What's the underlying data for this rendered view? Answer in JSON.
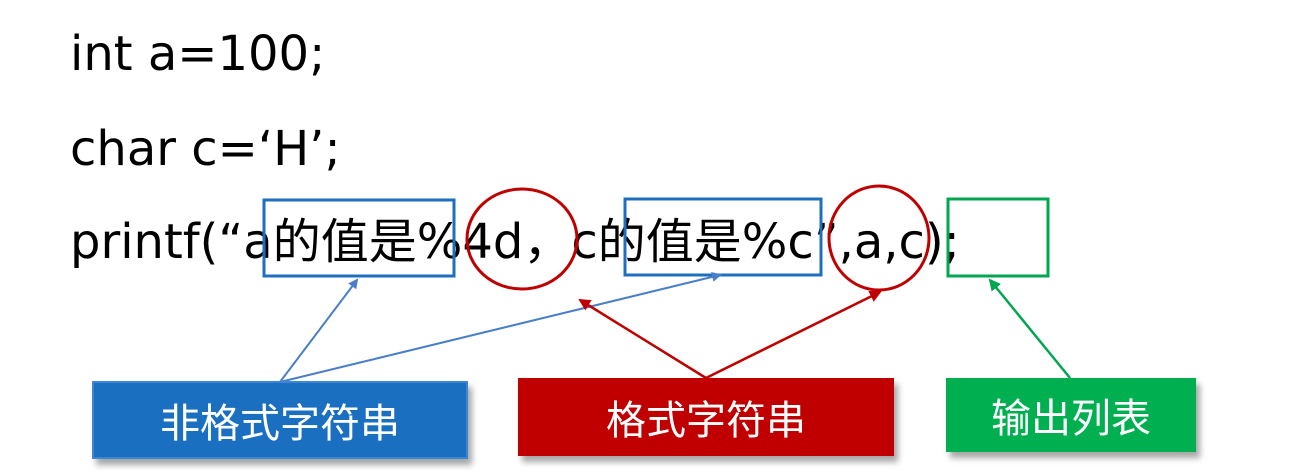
{
  "code": {
    "line1": "int a=100;",
    "line2": "char c=‘H’;",
    "line3": {
      "prefix": "printf(“",
      "nonformat1": "a的值是",
      "spec1": "%4d",
      "sep": "，",
      "nonformat2": "c的值是",
      "spec2": "%c",
      "close_quote": "”",
      "args": ",a,c",
      "suffix": ");"
    }
  },
  "labels": {
    "non_format": "非格式字符串",
    "format": "格式字符串",
    "output_list": "输出列表"
  },
  "colors": {
    "blue": "#1f6fbf",
    "red": "#c00000",
    "green": "#00a650",
    "blue_box_fill": "#1a6fc0",
    "red_box_fill": "#c00000",
    "green_box_fill": "#00b050"
  }
}
